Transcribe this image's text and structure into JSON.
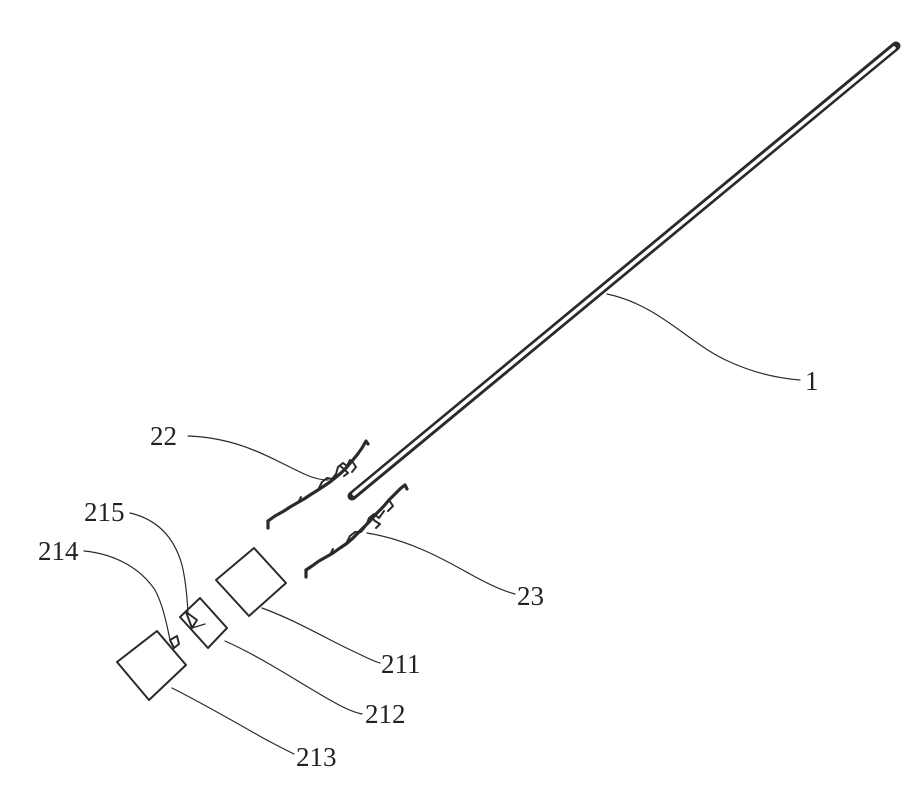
{
  "labels": {
    "rod": "1",
    "part_22": "22",
    "part_23": "23",
    "part_211": "211",
    "part_212": "212",
    "part_213": "213",
    "part_214": "214",
    "part_215": "215"
  },
  "colors": {
    "line": "#2a2a2a",
    "background": "#ffffff"
  }
}
